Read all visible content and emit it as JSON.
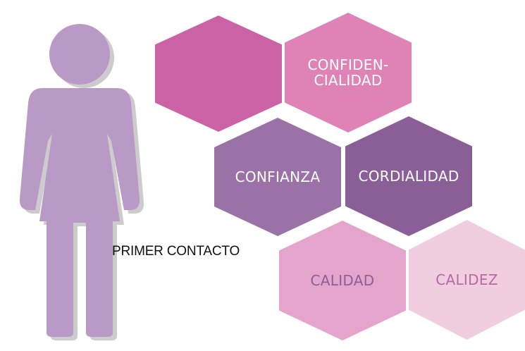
{
  "figure": {
    "name": "woman-silhouette",
    "color": "#b99ac6",
    "shadow": "#cccccc"
  },
  "hexagons": [
    {
      "name": "hex-blank",
      "label": "",
      "fill": "#cc62a6",
      "text_color": "#ffffff"
    },
    {
      "name": "hex-confidencialidad",
      "label": "CONFIDEN-\nCIALIDAD",
      "fill": "#df82b6",
      "text_color": "#ffffff"
    },
    {
      "name": "hex-confianza",
      "label": "CONFIANZA",
      "fill": "#9b72a8",
      "text_color": "#ffffff"
    },
    {
      "name": "hex-cordialidad",
      "label": "CORDIALIDAD",
      "fill": "#8a5f98",
      "text_color": "#ffffff"
    },
    {
      "name": "hex-calidad",
      "label": "CALIDAD",
      "fill": "#e5a4cc",
      "text_color": "#8a5f98"
    },
    {
      "name": "hex-calidez",
      "label": "CALIDEZ",
      "fill": "#f1cde0",
      "text_color": "#b36aa6"
    }
  ],
  "caption": "PRIMER CONTACTO"
}
